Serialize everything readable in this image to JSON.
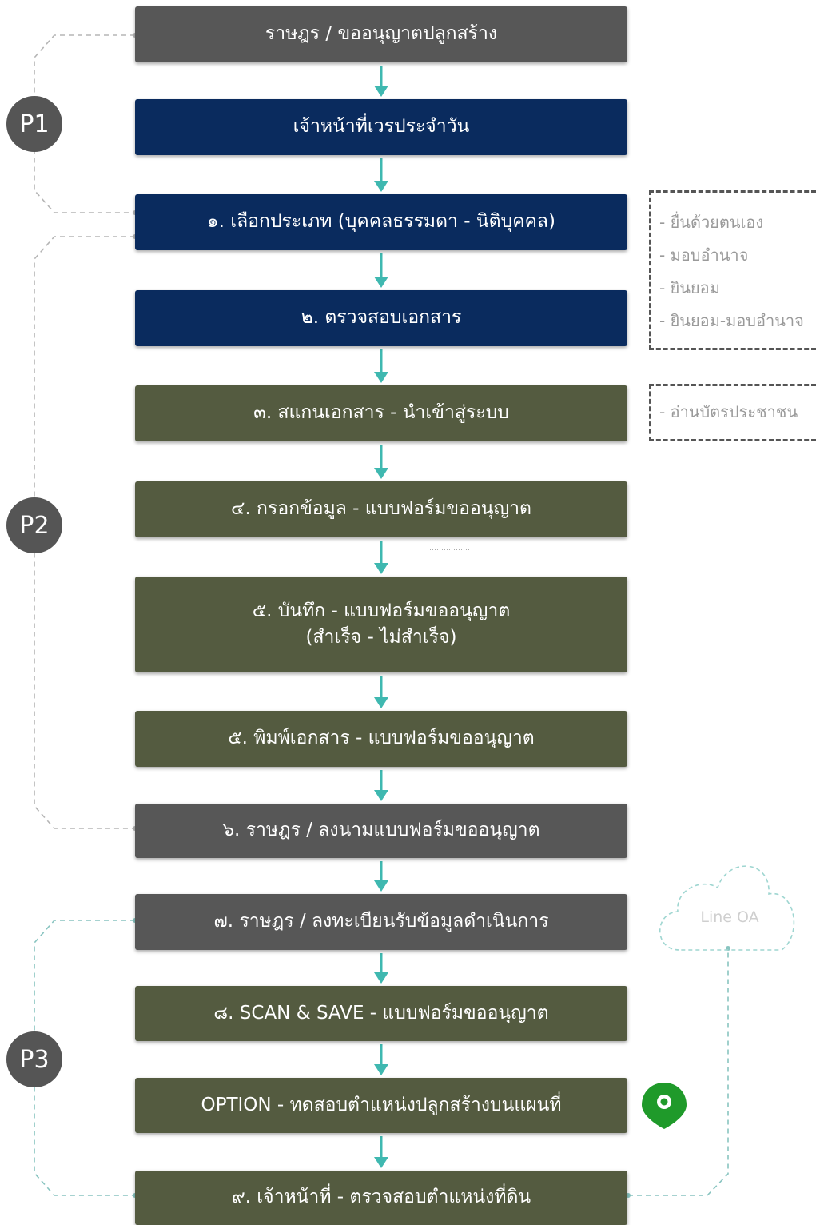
{
  "steps": [
    {
      "id": "s0",
      "lines": [
        "ราษฎร / ขออนุญาตปลูกสร้าง"
      ]
    },
    {
      "id": "s1",
      "lines": [
        "เจ้าหน้าที่เวรประจำวัน"
      ]
    },
    {
      "id": "s2",
      "lines": [
        "๑. เลือกประเภท (บุคคลธรรมดา - นิติบุคคล)"
      ]
    },
    {
      "id": "s3",
      "lines": [
        "๒. ตรวจสอบเอกสาร"
      ]
    },
    {
      "id": "s4",
      "lines": [
        "๓. สแกนเอกสาร - นำเข้าสู่ระบบ"
      ]
    },
    {
      "id": "s5",
      "lines": [
        "๔. กรอกข้อมูล - แบบฟอร์มขออนุญาต"
      ]
    },
    {
      "id": "s6",
      "lines": [
        "๕. บันทึก - แบบฟอร์มขออนุญาต",
        "(สำเร็จ - ไม่สำเร็จ)"
      ]
    },
    {
      "id": "s7",
      "lines": [
        "๕. พิมพ์เอกสาร - แบบฟอร์มขออนุญาต"
      ]
    },
    {
      "id": "s8",
      "lines": [
        "๖. ราษฎร / ลงนามแบบฟอร์มขออนุญาต"
      ]
    },
    {
      "id": "s9",
      "lines": [
        "๗. ราษฎร / ลงทะเบียนรับข้อมูลดำเนินการ"
      ]
    },
    {
      "id": "s10",
      "lines": [
        "๘. SCAN & SAVE - แบบฟอร์มขออนุญาต"
      ]
    },
    {
      "id": "s11",
      "lines": [
        "OPTION - ทดสอบตำแหน่งปลูกสร้างบนแผนที่"
      ]
    },
    {
      "id": "s12",
      "lines": [
        "๙. เจ้าหน้าที่ - ตรวจสอบตำแหน่งที่ดิน"
      ]
    }
  ],
  "phases": [
    "P1",
    "P2",
    "P3"
  ],
  "notes": {
    "type_options": [
      "- ยื่นด้วยตนเอง",
      "- มอบอำนาจ",
      "- ยินยอม",
      "- ยินยอม-มอบอำนาจ"
    ],
    "scan_options": [
      "- อ่านบัตรประชาชน"
    ]
  },
  "cloud_label": "Line OA",
  "colors": {
    "citizen_step": "#575757",
    "officer_step": "#0a2b5e",
    "system_step": "#545b40",
    "arrow": "#3fb8b0",
    "phase_badge": "#555555",
    "location_pin": "#1f9a2a"
  },
  "icons": {
    "location": "map-pin-icon",
    "cloud": "cloud-icon"
  }
}
